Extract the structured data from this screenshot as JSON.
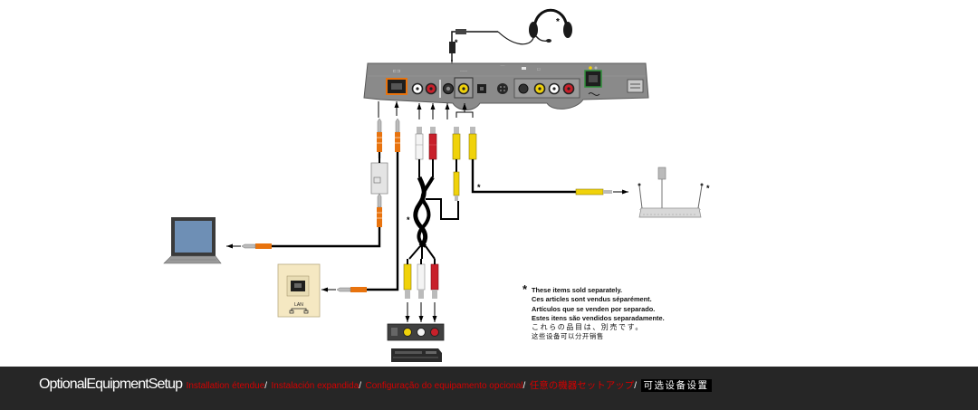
{
  "footer": {
    "title": "OptionalEquipmentSetup",
    "fr": "Installation étendue",
    "es": "Instalación expandida",
    "pt": "Configuração do equipamento opcional",
    "ja": "任意の機器セットアップ",
    "zh": "可选设备设置",
    "separator": "/"
  },
  "note": {
    "star": "*",
    "en": "These items sold separately.",
    "fr": "Ces articles sont vendus séparément.",
    "es": "Artículos que se venden por separado.",
    "pt": "Estes itens são vendidos separadamente.",
    "ja": "これらの品目は、別売です。",
    "zh": "这些设备可以分开销售"
  },
  "device": {
    "port_label": "LINE"
  },
  "wall_jack": {
    "label": "LAN"
  },
  "asterisk": "*",
  "colors": {
    "footer_bg": "#262626",
    "accent_red": "#d40000",
    "cable_orange": "#e8730e",
    "video_yellow": "#f0d20a",
    "audio_red": "#c8202a",
    "audio_white": "#f4f4f4",
    "device_gray": "#8a8a8a"
  },
  "icons": {
    "headset": "headset-icon",
    "laptop": "laptop-icon",
    "wall_jack": "ethernet-wall-jack-icon",
    "router": "router-icon",
    "vcr": "vcr-icon",
    "filter": "dsl-filter-icon"
  }
}
